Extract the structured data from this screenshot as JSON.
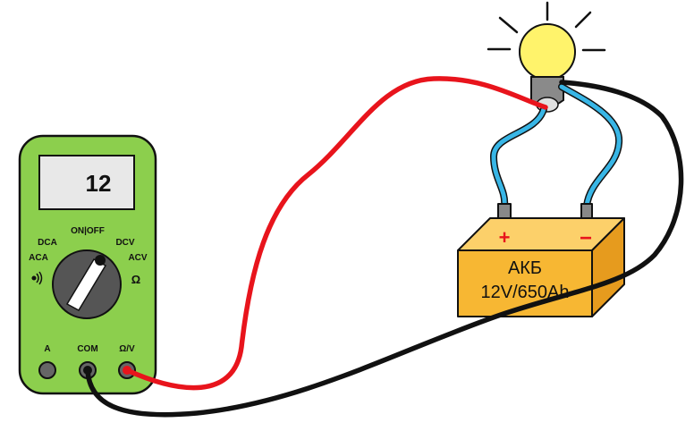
{
  "multimeter": {
    "display_value": "12",
    "dial_labels": {
      "on_off": "ON|OFF",
      "dca": "DCA",
      "dcv": "DCV",
      "aca": "ACA",
      "acv": "ACV",
      "continuity": "·)))",
      "ohm": "Ω"
    },
    "jack_labels": {
      "a": "A",
      "com": "COM",
      "ohm_v": "Ω/V"
    },
    "body_color": "#8ccf4d",
    "outline_color": "#1a1a1a"
  },
  "battery": {
    "label": "АКБ",
    "rating": "12V/650Ah",
    "plus_sign": "+",
    "minus_sign": "−",
    "body_color": "#f7b733",
    "terminal_color": "#cc2222"
  },
  "lamp": {
    "bulb_color": "#fff36b",
    "base_color": "#888888"
  },
  "wires": {
    "red": "#e8141c",
    "black": "#111111",
    "blue": "#38b6e6"
  }
}
